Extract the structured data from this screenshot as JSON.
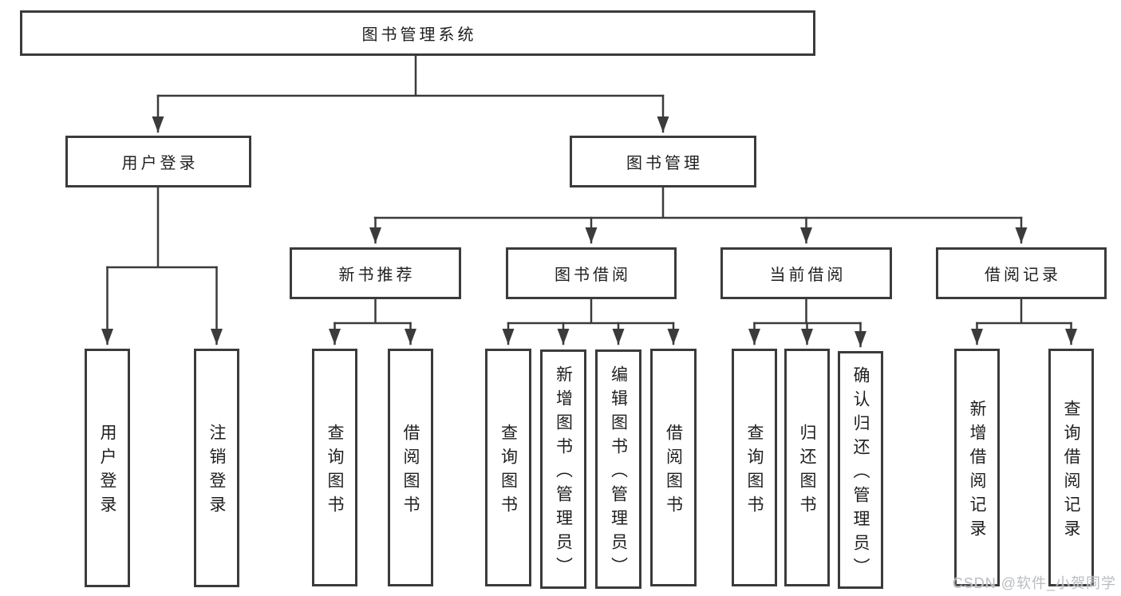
{
  "page": {
    "background_color": "#ffffff",
    "line_color": "#3b3b3b",
    "box_border_color": "#3b3b3b",
    "text_color": "#1f1f1f"
  },
  "watermark": {
    "text": "CSDN @软件_小贺同学",
    "color": "#b9bcc1"
  },
  "tree": {
    "root": {
      "label": "图书管理系统"
    },
    "branches": [
      {
        "label": "用户登录",
        "children": [
          {
            "label": "用户登录"
          },
          {
            "label": "注销登录"
          }
        ]
      },
      {
        "label": "图书管理",
        "children": [
          {
            "label": "新书推荐",
            "children": [
              {
                "label": "查询图书"
              },
              {
                "label": "借阅图书"
              }
            ]
          },
          {
            "label": "图书借阅",
            "children": [
              {
                "label": "查询图书"
              },
              {
                "label": "新增图书（管理员）"
              },
              {
                "label": "编辑图书（管理员）"
              },
              {
                "label": "借阅图书"
              }
            ]
          },
          {
            "label": "当前借阅",
            "children": [
              {
                "label": "查询图书"
              },
              {
                "label": "归还图书"
              },
              {
                "label": "确认归还（管理员）"
              }
            ]
          },
          {
            "label": "借阅记录",
            "children": [
              {
                "label": "新增借阅记录"
              },
              {
                "label": "查询借阅记录"
              }
            ]
          }
        ]
      }
    ]
  }
}
